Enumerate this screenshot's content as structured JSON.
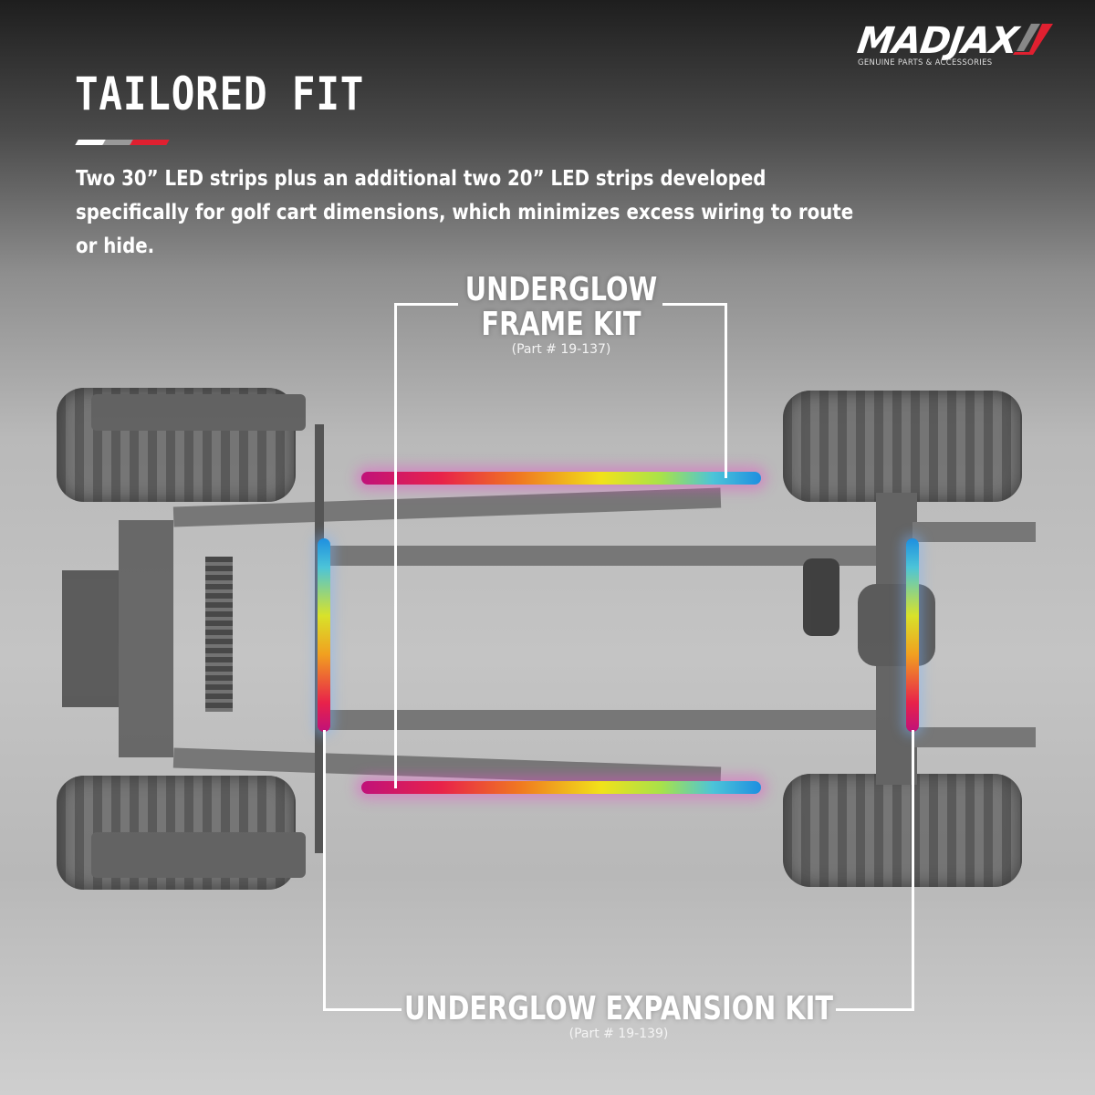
{
  "brand": {
    "name": "MADJAX",
    "tagline": "GENUINE PARTS & ACCESSORIES",
    "accent": "#e02030"
  },
  "heading": "TAILORED FIT",
  "description": "Two 30” LED strips plus an additional two 20” LED strips developed specifically for golf cart dimensions, which minimizes excess wiring to route or hide.",
  "frame_kit": {
    "title_line1": "UNDERGLOW",
    "title_line2": "FRAME KIT",
    "part": "(Part # 19-137)"
  },
  "expansion_kit": {
    "title": "UNDERGLOW EXPANSION KIT",
    "part": "(Part # 19-139)"
  }
}
